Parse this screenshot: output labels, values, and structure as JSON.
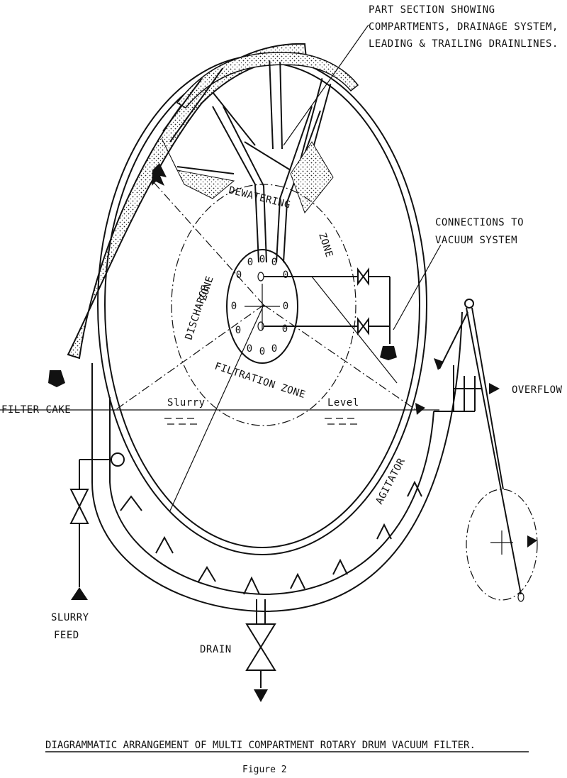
{
  "labels": {
    "part_section_1": "PART SECTION SHOWING",
    "part_section_2": "COMPARTMENTS, DRAINAGE SYSTEM,",
    "part_section_3": "LEADING & TRAILING DRAINLINES.",
    "connections_1": "CONNECTIONS TO",
    "connections_2": "VACUUM SYSTEM",
    "overflow": "OVERFLOW",
    "filter_cake": "FILTER CAKE",
    "slurry_word": "Slurry",
    "level_word": "Level",
    "dewatering": "DEWATERING",
    "zone_right": "ZONE",
    "discharge_1": "DISCHARGE",
    "discharge_2": "ZONE",
    "filtration_zone": "FILTRATION ZONE",
    "agitator": "AGITATOR",
    "slurry_feed_1": "SLURRY",
    "slurry_feed_2": "FEED",
    "drain": "DRAIN"
  },
  "caption": {
    "title": "DIAGRAMMATIC ARRANGEMENT OF MULTI COMPARTMENT ROTARY DRUM VACUUM FILTER.",
    "figure": "Figure 2"
  }
}
